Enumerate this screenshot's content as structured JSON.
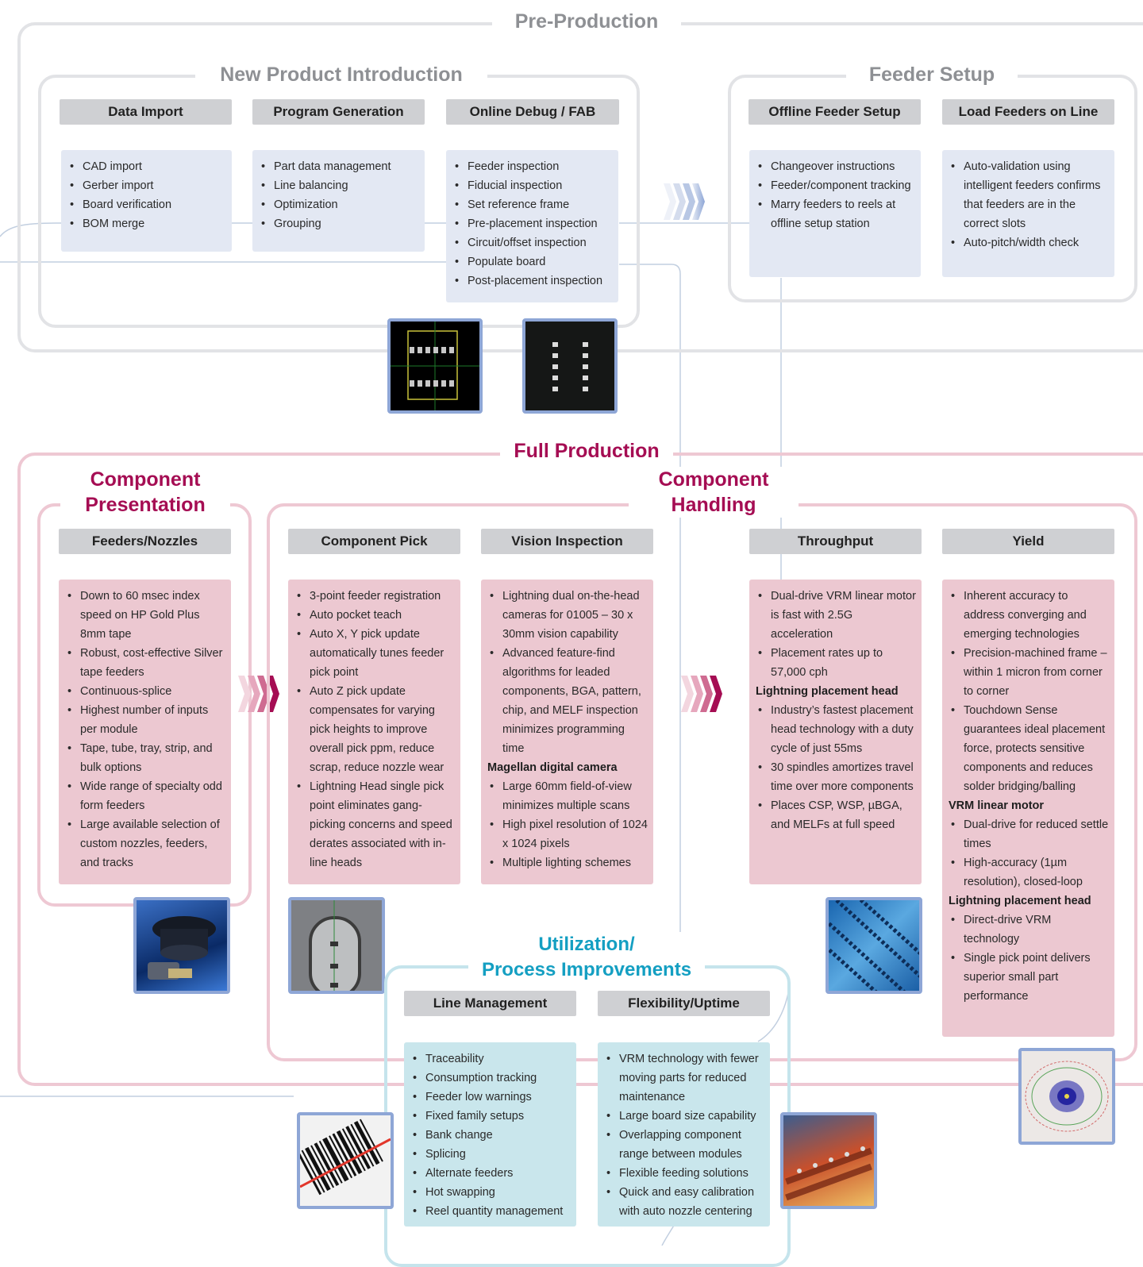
{
  "pre_production": {
    "title": "Pre-Production",
    "npi": {
      "title": "New Product Introduction",
      "columns": [
        {
          "header": "Data Import",
          "items": [
            "CAD import",
            "Gerber import",
            "Board verification",
            "BOM merge"
          ]
        },
        {
          "header": "Program Generation",
          "items": [
            "Part data management",
            "Line balancing",
            "Optimization",
            "Grouping"
          ]
        },
        {
          "header": "Online Debug / FAB",
          "items": [
            "Feeder inspection",
            "Fiducial inspection",
            "Set reference frame",
            "Pre-placement inspection",
            "Circuit/offset inspection",
            "Populate board",
            "Post-placement inspection"
          ]
        }
      ]
    },
    "feeder_setup": {
      "title": "Feeder Setup",
      "columns": [
        {
          "header": "Offline Feeder Setup",
          "items": [
            "Changeover instructions",
            "Feeder/component tracking",
            "Marry feeders to reels at offline setup station"
          ]
        },
        {
          "header": "Load Feeders on Line",
          "items": [
            "Auto-validation using intelligent feeders confirms that feeders are in the correct slots",
            "Auto-pitch/width check"
          ]
        }
      ]
    }
  },
  "full_production": {
    "title": "Full Production",
    "component_presentation": {
      "title_line1": "Component",
      "title_line2": "Presentation",
      "header": "Feeders/Nozzles",
      "items": [
        "Down to 60 msec index speed on HP Gold Plus 8mm tape",
        "Robust, cost-effective Silver tape feeders",
        "Continuous-splice",
        "Highest number of inputs per module",
        "Tape, tube, tray, strip, and bulk options",
        "Wide range of specialty odd form feeders",
        "Large available selection of custom nozzles, feeders, and tracks"
      ]
    },
    "component_handling": {
      "title_line1": "Component",
      "title_line2": "Handling",
      "pick": {
        "header": "Component Pick",
        "items": [
          "3-point feeder registration",
          "Auto pocket teach",
          "Auto X, Y pick update automatically tunes feeder pick point",
          "Auto Z pick update compensates for varying pick heights to improve overall pick ppm, reduce scrap, reduce nozzle wear",
          "Lightning Head single pick point eliminates gang-picking concerns and speed derates associated with in-line heads"
        ]
      },
      "vision": {
        "header": "Vision Inspection",
        "items": [
          "Lightning dual on-the-head cameras for 01005 – 30 x 30mm vision capability",
          "Advanced feature-find algorithms for leaded components, BGA, pattern, chip, and MELF inspection minimizes programming time"
        ],
        "sub_heading": "Magellan digital camera",
        "sub_items": [
          "Large 60mm field-of-view minimizes multiple scans",
          "High pixel resolution of 1024 x 1024 pixels",
          "Multiple lighting schemes"
        ]
      },
      "throughput": {
        "header": "Throughput",
        "items": [
          "Dual-drive VRM linear motor is fast with 2.5G acceleration",
          "Placement rates up to 57,000 cph"
        ],
        "sub_heading": "Lightning placement head",
        "sub_items": [
          "Industry’s fastest placement head technology with a duty cycle of just 55ms",
          "30 spindles amortizes travel time over more components",
          "Places CSP, WSP, µBGA, and MELFs at full speed"
        ]
      },
      "yield": {
        "header": "Yield",
        "items": [
          "Inherent accuracy to address converging and emerging technologies",
          "Precision-machined frame – within 1 micron from corner to corner",
          "Touchdown Sense guarantees ideal placement force, protects sensitive components and reduces solder bridging/balling"
        ],
        "sub_heading_1": "VRM linear motor",
        "sub_items_1": [
          "Dual-drive for reduced settle times",
          "High-accuracy (1µm resolution), closed-loop"
        ],
        "sub_heading_2": "Lightning placement head",
        "sub_items_2": [
          "Direct-drive VRM technology",
          "Single pick point delivers superior small part performance"
        ]
      }
    }
  },
  "utilization": {
    "title_line1": "Utilization/",
    "title_line2": "Process Improvements",
    "line_management": {
      "header": "Line Management",
      "items": [
        "Traceability",
        "Consumption tracking",
        "Feeder low warnings",
        "Fixed family setups",
        "Bank change",
        "Splicing",
        "Alternate feeders",
        "Hot swapping",
        "Reel quantity management"
      ]
    },
    "flexibility": {
      "header": "Flexibility/Uptime",
      "items": [
        "VRM technology with fewer moving parts for reduced maintenance",
        "Large board size capability",
        "Overlapping component range between modules",
        "Flexible feeding solutions",
        "Quick and easy calibration with auto nozzle centering"
      ]
    }
  },
  "colors": {
    "grey_frame": "#e2e3e6",
    "pink_frame": "#eec8d3",
    "cyan_frame": "#c5e4ec",
    "pink_title": "#a50d53",
    "cyan_title": "#149fc2",
    "grey_title": "#8e9094",
    "blue_box": "#e3e8f3",
    "pink_box": "#ecc8d1",
    "cyan_box": "#c9e6ec",
    "photo_border": "#8ea6d6"
  },
  "icons": [
    "chevron-arrow-icon",
    "pcb-vision-photo",
    "nozzle-photo",
    "chip-pick-photo",
    "component-tape-photo",
    "scatter-accuracy-photo",
    "barcode-photo",
    "feeder-tape-photo"
  ]
}
